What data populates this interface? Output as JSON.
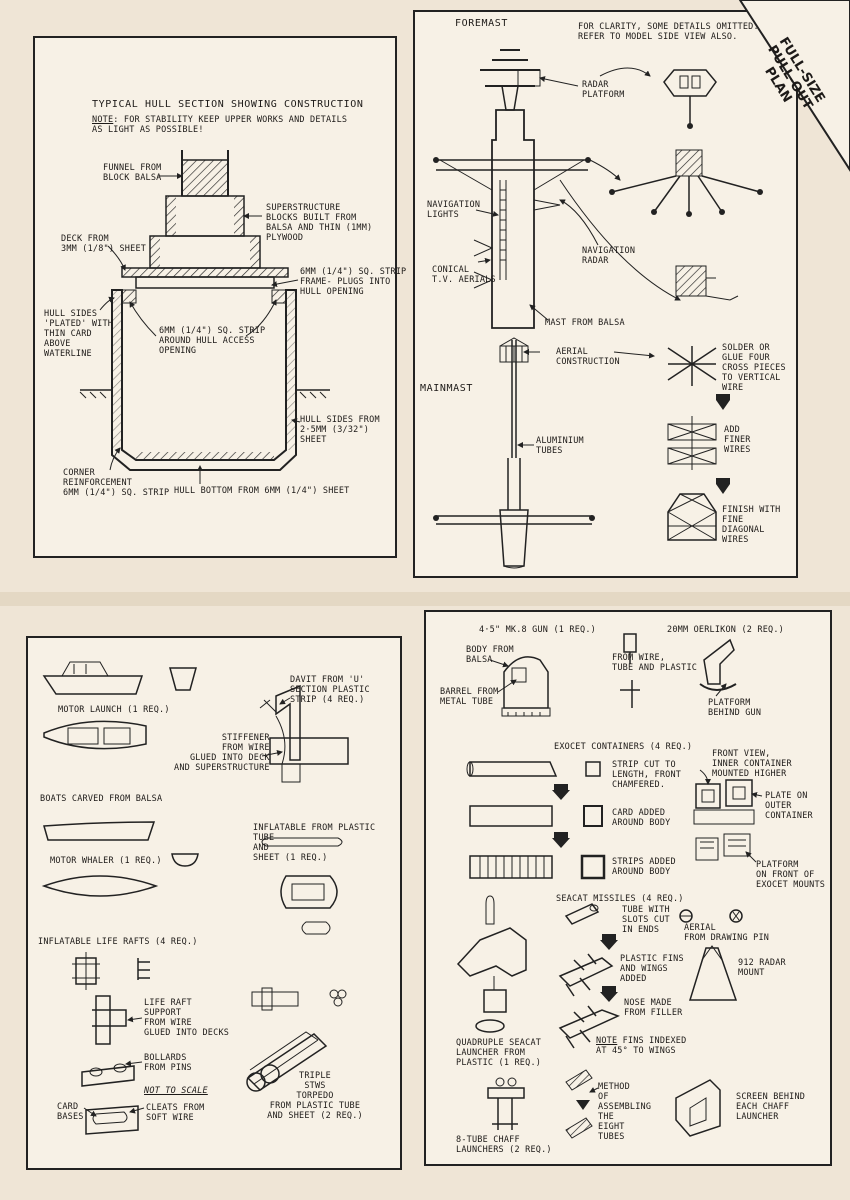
{
  "corner_banner": {
    "line1": "FULL-SIZE",
    "line2": "PULL-OUT PLAN"
  },
  "hull_panel": {
    "title": "TYPICAL HULL SECTION SHOWING CONSTRUCTION",
    "note_word": "NOTE",
    "note_text": ": FOR STABILITY KEEP UPPER WORKS AND DETAILS\nAS LIGHT AS POSSIBLE!",
    "funnel": "FUNNEL FROM\nBLOCK BALSA",
    "superstructure": "SUPERSTRUCTURE\nBLOCKS BUILT FROM\nBALSA AND THIN (1mm)\nPLYWOOD",
    "deck": "DECK FROM\n3mm (1/8\") SHEET",
    "strip_frame": "6mm (1/4\") SQ. STRIP\nFRAME- PLUGS INTO\nHULL OPENING",
    "hull_sides_plated": "HULL SIDES\n'PLATED' WITH\nTHIN CARD\nABOVE\nWATERLINE",
    "sq_strip_access": "6mm (1/4\") SQ. STRIP\nAROUND HULL ACCESS\nOPENING",
    "hull_sides_from": "HULL SIDES FROM\n2·5mm (3/32\")\nSHEET",
    "corner_reinf": "CORNER\nREINFORCEMENT\n6mm (1/4\") SQ. STRIP",
    "hull_bottom": "HULL BOTTOM FROM 6mm (1/4\") SHEET"
  },
  "mast_panel": {
    "foremast": "FOREMAST",
    "clarity": "FOR CLARITY, SOME DETAILS OMITTED.\nREFER TO MODEL SIDE VIEW ALSO.",
    "radar_platform": "RADAR\nPLATFORM",
    "nav_lights": "NAVIGATION\nLIGHTS",
    "nav_radar": "NAVIGATION\nRADAR",
    "conical": "CONICAL\nT.V. AERIALS",
    "mast_balsa": "MAST FROM BALSA",
    "aerial_construction": "AERIAL\nCONSTRUCTION",
    "solder": "SOLDER OR\nGLUE FOUR\nCROSS PIECES\nTO VERTICAL\nWIRE",
    "mainmast": "MAINMAST",
    "aluminium": "ALUMINIUM\nTUBES",
    "add_finer": "ADD\nFINER\nWIRES",
    "finish": "FINISH WITH\nFINE\nDIAGONAL\nWIRES"
  },
  "boats_panel": {
    "motor_launch": "MOTOR LAUNCH (1 REQ.)",
    "davit": "DAVIT FROM 'U'\nSECTION PLASTIC\nSTRIP (4 REQ.)",
    "stiffener": "STIFFENER\nFROM WIRE\nGLUED INTO DECK\nAND SUPERSTRUCTURE",
    "boats_carved": "BOATS CARVED FROM BALSA",
    "inflatable": "INFLATABLE FROM PLASTIC\nTUBE\nAND\nSHEET (1 REQ.)",
    "motor_whaler": "MOTOR WHALER (1 REQ.)",
    "life_rafts": "INFLATABLE LIFE RAFTS (4 REQ.)",
    "raft_support": "LIFE RAFT\nSUPPORT\nFROM WIRE\nGLUED INTO DECKS",
    "bollards": "BOLLARDS\nFROM PINS",
    "not_to_scale": "NOT TO SCALE",
    "card_bases": "CARD\nBASES",
    "cleats": "CLEATS FROM\nSOFT WIRE",
    "torpedo": "TRIPLE\nSTWS\nTORPEDO\nFROM PLASTIC TUBE\nAND SHEET (2 REQ.)"
  },
  "weapons_panel": {
    "gun": "4·5\" Mk.8 GUN (1 REQ.)",
    "oerlikon": "20mm OERLIKON (2 REQ.)",
    "body_balsa": "BODY FROM\nBALSA",
    "barrel": "BARREL FROM\nMETAL TUBE",
    "from_wire": "FROM WIRE,\nTUBE AND PLASTIC",
    "platform_behind": "PLATFORM\nBEHIND GUN",
    "exocet": "EXOCET CONTAINERS (4 REQ.)",
    "front_view": "FRONT VIEW,\nINNER CONTAINER\nMOUNTED HIGHER",
    "strip_cut": "STRIP CUT TO\nLENGTH, FRONT\nCHAMFERED.",
    "plate_outer": "PLATE ON\nOUTER\nCONTAINER",
    "card_added": "CARD ADDED\nAROUND BODY",
    "strips_added": "STRIPS ADDED\nAROUND BODY",
    "platform_exocet": "PLATFORM\nON FRONT OF\nEXOCET MOUNTS",
    "seacat": "SEACAT MISSILES (4 REQ.)",
    "tube_slots": "TUBE WITH\nSLOTS CUT\nIN ENDS",
    "aerial_pin": "AERIAL\nFROM DRAWING PIN",
    "plastic_fins": "PLASTIC FINS\nAND WINGS\nADDED",
    "radar_912": "912 RADAR\nMOUNT",
    "nose": "NOSE MADE\nFROM FILLER",
    "note_word": "NOTE",
    "fins_indexed": " FINS INDEXED\nAT 45° TO WINGS",
    "quad_seacat": "QUADRUPLE SEACAT\nLAUNCHER FROM\nPLASTIC (1 REQ.)",
    "method": "METHOD\nOF\nASSEMBLING\nTHE\nEIGHT\nTUBES",
    "screen": "SCREEN BEHIND\nEACH CHAFF\nLAUNCHER",
    "chaff": "8-TUBE CHAFF\nLAUNCHERS (2 REQ.)"
  }
}
